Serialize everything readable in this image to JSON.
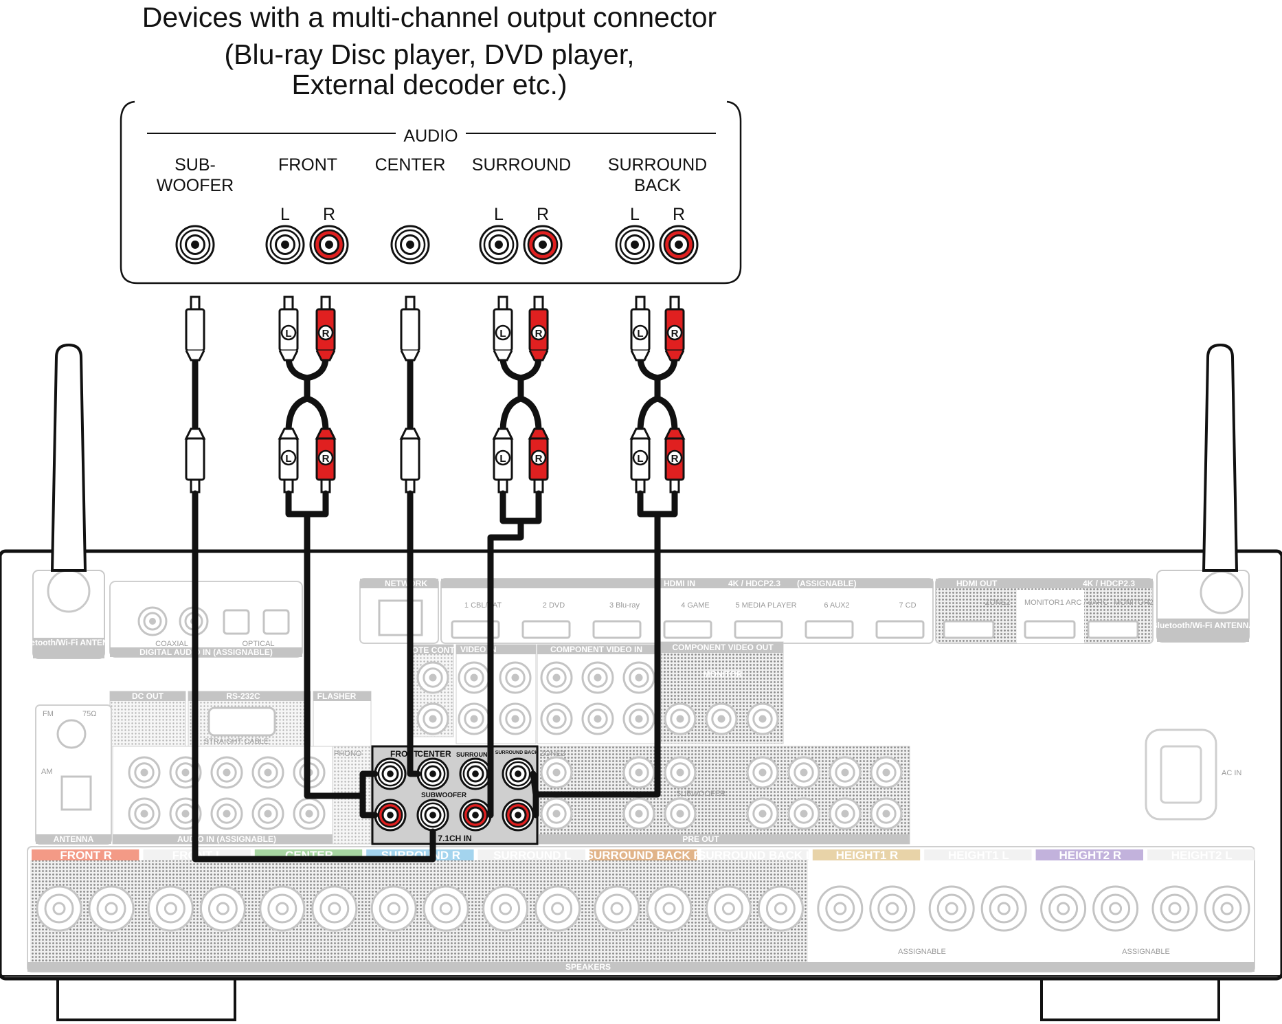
{
  "title": {
    "line1": "Devices with a multi-channel output connector",
    "line2": "(Blu-ray Disc player, DVD player,",
    "line3": "External decoder etc.)"
  },
  "source_device": {
    "group_label": "AUDIO",
    "subwoofer_1": "SUB-",
    "subwoofer_2": "WOOFER",
    "front": "FRONT",
    "center": "CENTER",
    "surround": "SURROUND",
    "surround_back_1": "SURROUND",
    "surround_back_2": "BACK",
    "left": "L",
    "right": "R"
  },
  "plug_left": "L",
  "plug_right": "R",
  "receiver": {
    "network": "NETWORK",
    "hdmi_in": "HDMI IN",
    "hdcp_in": "4K / HDCP2.3",
    "assignable": "(ASSIGNABLE)",
    "hdmi_out": "HDMI OUT",
    "hdcp_out": "4K / HDCP2.3",
    "zone2": "ZONE2",
    "monitor1": "MONITOR1 ARC / eARC",
    "monitor2": "MONITOR2",
    "hdmi_inputs": [
      "1 CBL/SAT",
      "2 DVD",
      "3 Blu-ray",
      "4 GAME",
      "5 MEDIA PLAYER",
      "6 AUX2",
      "7 CD"
    ],
    "bt_antenna_left": "Bluetooth/Wi-Fi ANTENNA",
    "bt_antenna_right": "Bluetooth/Wi-Fi ANTENNA",
    "digital_in": "DIGITAL AUDIO IN (ASSIGNABLE)",
    "coaxial": "COAXIAL",
    "optical": "OPTICAL",
    "remote_control": "REMOTE CONTROL",
    "video_in": "VIDEO IN",
    "component_in": "COMPONENT VIDEO IN",
    "component_out": "COMPONENT VIDEO OUT",
    "monitor": "MONITOR",
    "dc_out": "DC OUT",
    "rs232c": "RS-232C",
    "flasher": "FLASHER",
    "straight_cable": "STRAIGHT CABLE",
    "fm": "FM",
    "fm_ohm": "75Ω",
    "am": "AM",
    "antenna": "ANTENNA",
    "audio_in": "AUDIO IN (ASSIGNABLE)",
    "phono": "PHONO",
    "ch71_in": "7.1CH IN",
    "ch71_front": "FRONT",
    "ch71_center": "CENTER",
    "ch71_surround": "SURROUND",
    "ch71_surround_back": "SURROUND BACK",
    "ch71_subwoofer": "SUBWOOFER",
    "zone2_pre": "ZONE2",
    "pre_out": "PRE OUT",
    "pre_subwoofer": "SUBWOOFER",
    "ac_in": "AC IN",
    "speakers": "SPEAKERS",
    "speakers_assignable": "ASSIGNABLE",
    "speaker_bands": [
      {
        "label": "FRONT R",
        "color": "#f39a86"
      },
      {
        "label": "FRONT L",
        "color": "#f2f2f2"
      },
      {
        "label": "CENTER",
        "color": "#a8d6a2"
      },
      {
        "label": "SURROUND R",
        "color": "#a4d4ee"
      },
      {
        "label": "SURROUND L",
        "color": "#f2f2f2"
      },
      {
        "label": "SURROUND BACK R",
        "color": "#e1b489"
      },
      {
        "label": "SURROUND BACK L",
        "color": "#f2f2f2"
      },
      {
        "label": "HEIGHT1 R",
        "color": "#e8d3a8"
      },
      {
        "label": "HEIGHT1 L",
        "color": "#f2f2f2"
      },
      {
        "label": "HEIGHT2 R",
        "color": "#c2b2dc"
      },
      {
        "label": "HEIGHT2 L",
        "color": "#f2f2f2"
      }
    ]
  },
  "colors": {
    "jack_red": "#e02020",
    "cable": "#111111",
    "panel_gray": "#bdbdbd"
  }
}
